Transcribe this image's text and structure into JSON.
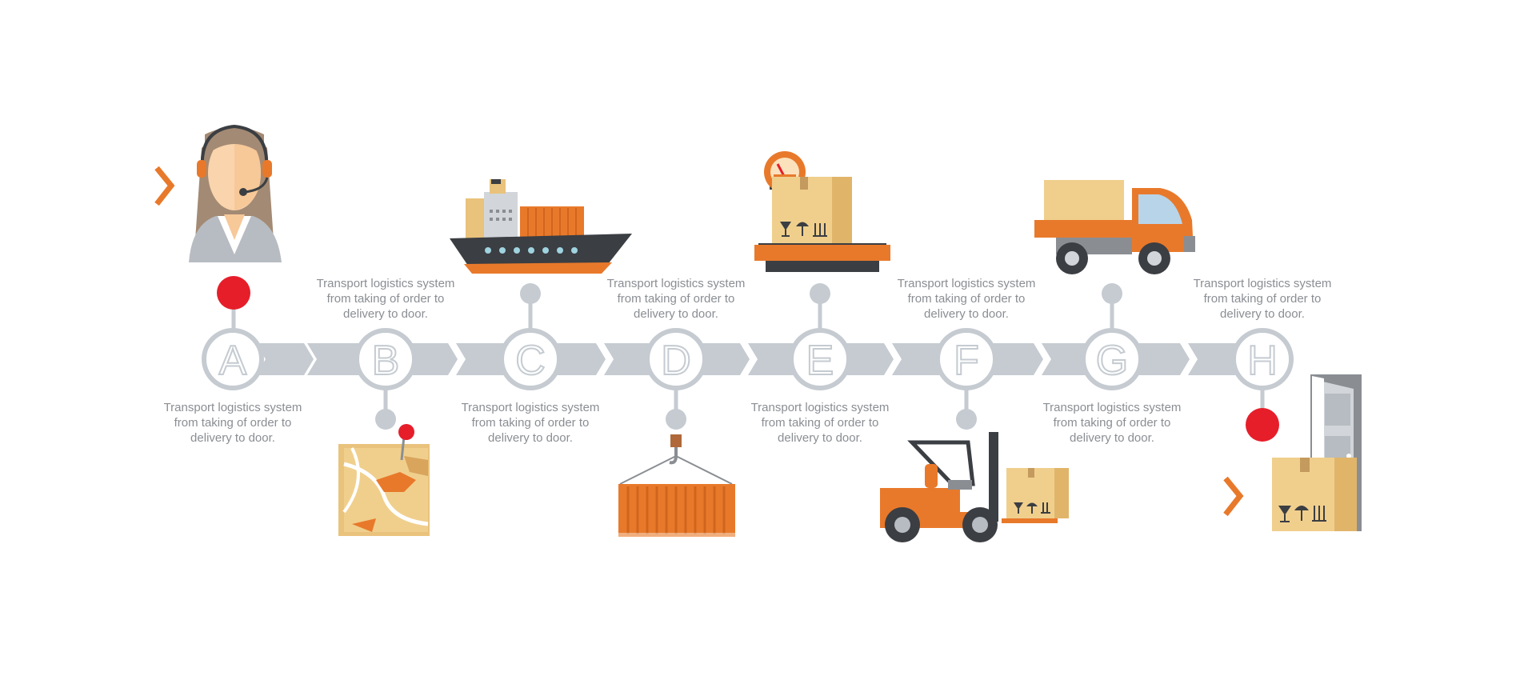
{
  "timeline": {
    "steps": [
      {
        "letter": "A",
        "text": "Transport logistics system\nfrom taking of order to\ndelivery to door.",
        "icon": "operator-headset-icon"
      },
      {
        "letter": "B",
        "text": "Transport logistics system\nfrom taking of order to\ndelivery to door.",
        "icon": "map-pin-icon"
      },
      {
        "letter": "C",
        "text": "Transport logistics system\nfrom taking of order to\ndelivery to door.",
        "icon": "cargo-ship-icon"
      },
      {
        "letter": "D",
        "text": "Transport logistics system\nfrom taking of order to\ndelivery to door.",
        "icon": "crane-container-icon"
      },
      {
        "letter": "E",
        "text": "Transport logistics system\nfrom taking of order to\ndelivery to door.",
        "icon": "weighing-scale-icon"
      },
      {
        "letter": "F",
        "text": "Transport logistics system\nfrom taking of order to\ndelivery to door.",
        "icon": "forklift-icon"
      },
      {
        "letter": "G",
        "text": "Transport logistics system\nfrom taking of order to\ndelivery to door.",
        "icon": "delivery-truck-icon"
      },
      {
        "letter": "H",
        "text": "Transport logistics system\nfrom taking of order to\ndelivery to door.",
        "icon": "door-delivery-icon"
      }
    ]
  },
  "colors": {
    "track": "#c5cbd1",
    "accent_orange": "#e8792b",
    "marker_red": "#e61e2a",
    "text_gray": "#8a8e93"
  }
}
